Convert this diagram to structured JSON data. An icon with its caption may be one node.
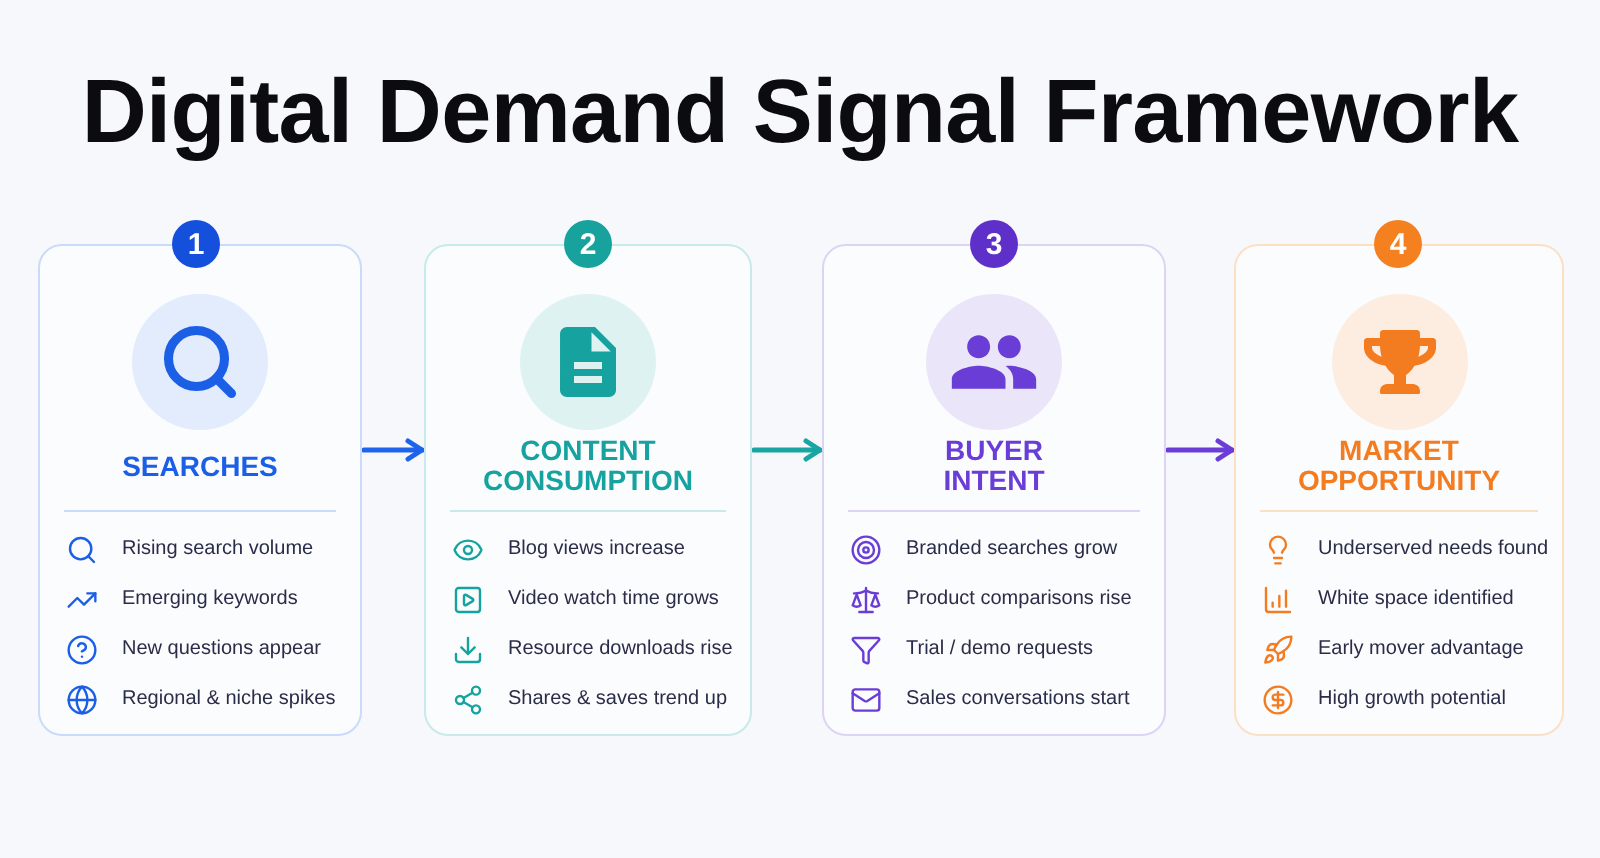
{
  "diagram": {
    "title": "Digital Demand Signal Framework",
    "nodes": [
      {
        "text": [
          "1"
        ]
      },
      {
        "text": [
          "SEARCHES",
          "Rising search volume",
          "Emerging keywords",
          "New questions appear",
          "Regional & niche spikes"
        ]
      },
      {
        "text": [
          "2"
        ]
      },
      {
        "text": [
          "CONTENT CONSUMPTION",
          "Blog views increase",
          "Video watch time grows",
          "Resource downloads rise",
          "Shares & saves trend up"
        ]
      },
      {
        "text": [
          "3"
        ]
      },
      {
        "text": [
          "BUYER INTENT",
          "Branded searches grow",
          "Product comparisons rise",
          "Trial / demo requests",
          "Sales conversations start"
        ]
      },
      {
        "text": [
          "4"
        ]
      },
      {
        "text": [
          "MARKET OPPORTUNITY",
          "Underserved needs found",
          "White space identified",
          "Early mover advantage",
          "High growth potential"
        ]
      }
    ],
    "edges": [
      {
        "from": 1,
        "to": 3,
        "arrow": "to",
        "color": "#1f63ec"
      },
      {
        "from": 3,
        "to": 5,
        "arrow": "to",
        "color": "#19a6a3"
      },
      {
        "from": 5,
        "to": 7,
        "arrow": "to",
        "color": "#6a3ed6"
      }
    ]
  }
}
